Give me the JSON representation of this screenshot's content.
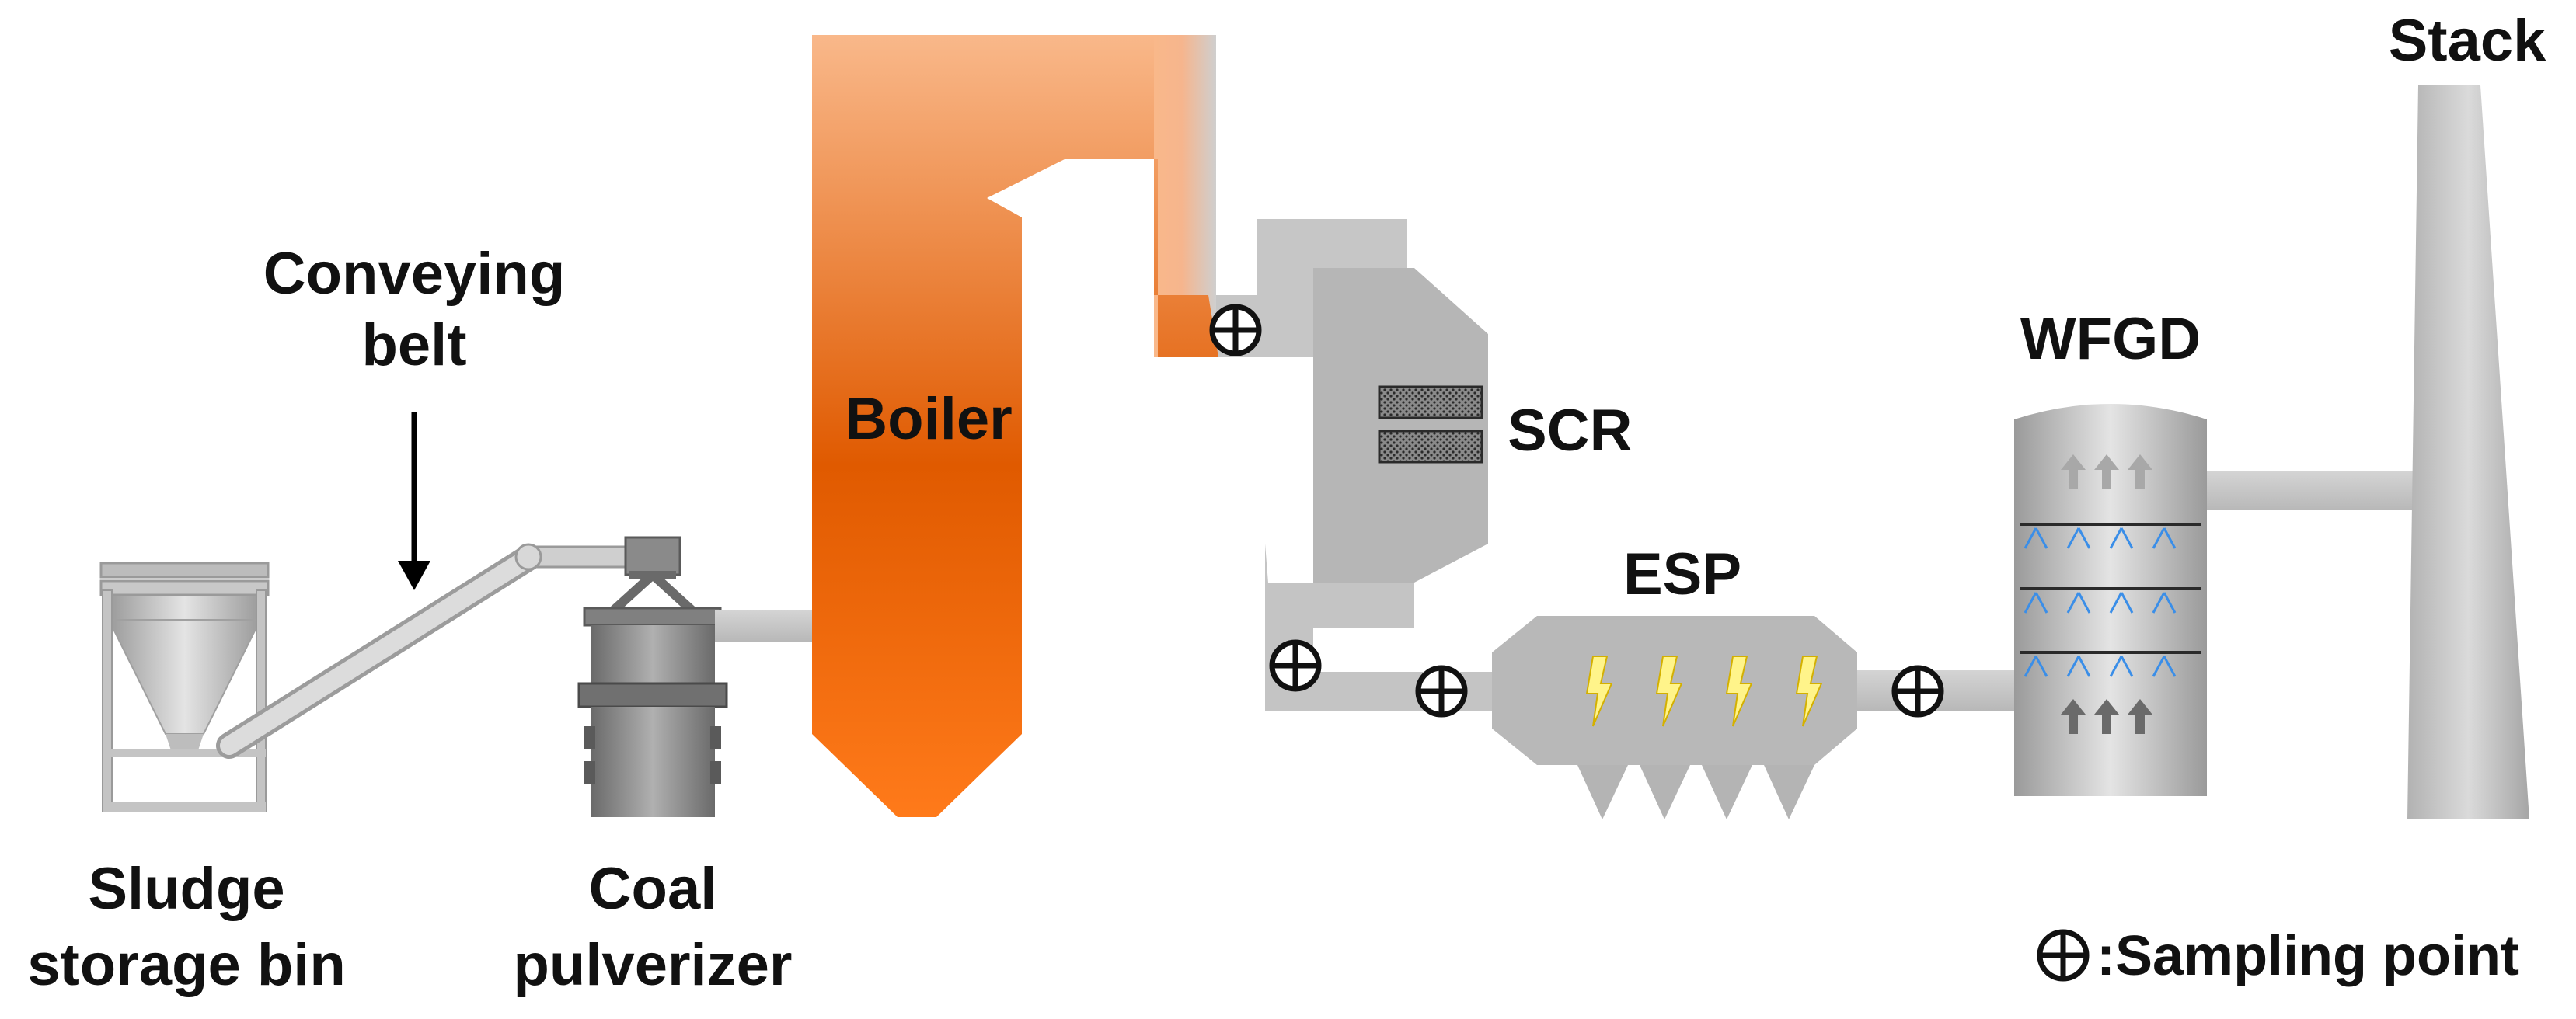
{
  "labels": {
    "conveying_belt_line1": "Conveying",
    "conveying_belt_line2": "belt",
    "boiler": "Boiler",
    "scr": "SCR",
    "esp": "ESP",
    "wfgd": "WFGD",
    "stack": "Stack",
    "sludge_bin_line1": "Sludge",
    "sludge_bin_line2": "storage bin",
    "coal_pulverizer_line1": "Coal",
    "coal_pulverizer_line2": "pulverizer"
  },
  "legend": {
    "sampling_point_label": ":Sampling point"
  },
  "colors": {
    "boiler_light": "#f9b88a",
    "boiler_dark": "#e05a00",
    "equipment_gray": "#b4b4b4",
    "duct_gray": "#c4c4c4",
    "dark_gray": "#6e6e6e"
  }
}
